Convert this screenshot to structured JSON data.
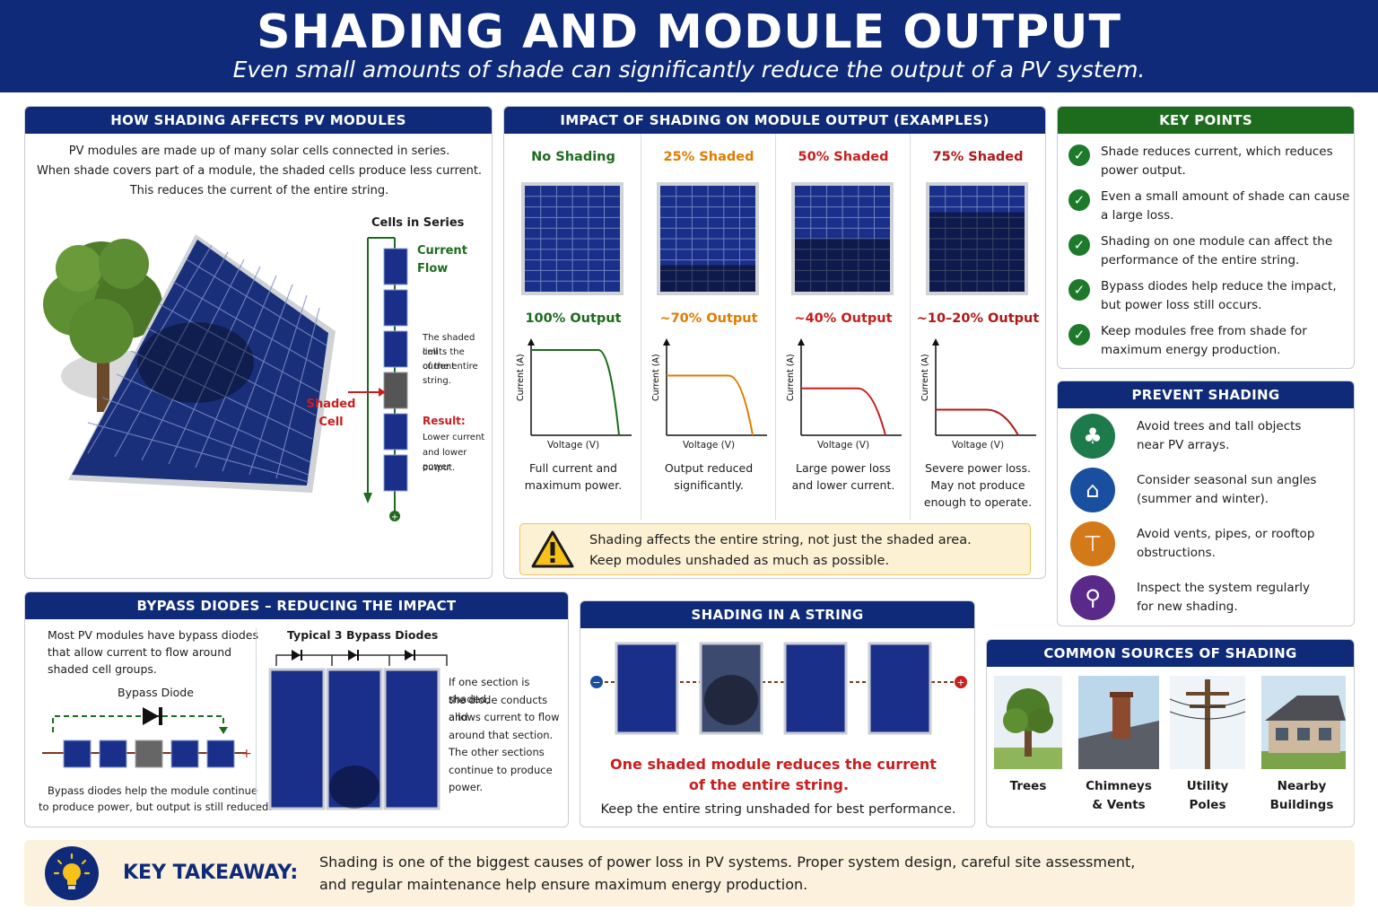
{
  "header": {
    "title": "SHADING AND MODULE OUTPUT",
    "subtitle": "Even small amounts of shade can significantly reduce the output of a PV system."
  },
  "how": {
    "heading": "HOW SHADING AFFECTS PV MODULES",
    "intro": [
      "PV modules are made up of many solar cells connected in series.",
      "When shade covers part of a module, the shaded cells produce less current.",
      "This reduces the current of the entire string."
    ],
    "cells_in_series": "Cells in Series",
    "current_flow": "Current Flow",
    "shaded_cell": [
      "Shaded",
      "Cell"
    ],
    "shaded_note": [
      "The shaded cell",
      "limits the current",
      "of the entire string."
    ],
    "result_label": "Result:",
    "result_text": [
      "Lower current",
      "and lower power",
      "output."
    ]
  },
  "impact": {
    "heading": "IMPACT OF SHADING ON MODULE OUTPUT (EXAMPLES)",
    "columns": [
      {
        "label": "No Shading",
        "output": "100% Output",
        "desc": [
          "Full current and",
          "maximum power."
        ],
        "color": "#1d6b1d",
        "level": 1.0,
        "shade": 0
      },
      {
        "label": "25% Shaded",
        "output": "~70% Output",
        "desc": [
          "Output reduced",
          "significantly."
        ],
        "color": "#e07b00",
        "level": 0.7,
        "shade": 0.25
      },
      {
        "label": "50% Shaded",
        "output": "~40% Output",
        "desc": [
          "Large power loss",
          "and lower current."
        ],
        "color": "#c81e1e",
        "level": 0.55,
        "shade": 0.5
      },
      {
        "label": "75% Shaded",
        "output": "~10–20% Output",
        "desc": [
          "Severe power loss.",
          "May not produce",
          "enough to operate."
        ],
        "color": "#b01818",
        "level": 0.3,
        "shade": 0.75
      }
    ],
    "axis_y": "Current (A)",
    "axis_x": "Voltage (V)",
    "warning": [
      "Shading affects the entire string, not just the shaded area.",
      "Keep modules unshaded as much as possible."
    ]
  },
  "key_points": {
    "heading": "KEY POINTS",
    "items": [
      [
        "Shade reduces current, which reduces",
        "power output."
      ],
      [
        "Even a small amount of shade can cause",
        "a large loss."
      ],
      [
        "Shading on one module can affect the",
        "performance of the entire string."
      ],
      [
        "Bypass diodes help reduce the impact,",
        "but power loss still occurs."
      ],
      [
        "Keep modules free from shade for",
        "maximum energy production."
      ]
    ]
  },
  "prevent": {
    "heading": "PREVENT SHADING",
    "items": [
      {
        "text": [
          "Avoid trees and tall objects",
          "near PV arrays."
        ],
        "icon": "tree-icon",
        "color": "#1d7a4a"
      },
      {
        "text": [
          "Consider seasonal sun angles",
          "(summer and winter)."
        ],
        "icon": "house-icon",
        "color": "#1a4fa0"
      },
      {
        "text": [
          "Avoid vents, pipes, or rooftop",
          "obstructions."
        ],
        "icon": "vent-icon",
        "color": "#d4791a"
      },
      {
        "text": [
          "Inspect the system regularly",
          "for new shading."
        ],
        "icon": "magnifier-icon",
        "color": "#5a2a8a"
      }
    ]
  },
  "bypass": {
    "heading": "BYPASS DIODES – REDUCING THE IMPACT",
    "intro": [
      "Most PV modules have bypass diodes",
      "that allow current to flow around",
      "shaded cell groups."
    ],
    "diode_label": "Bypass Diode",
    "typical": "Typical 3 Bypass Diodes",
    "footer": [
      "Bypass diodes help the module continue",
      "to produce power, but output is still reduced."
    ],
    "side": [
      "If one section is shaded,",
      "the diode conducts and",
      "allows current to flow",
      "around that section.",
      "The other sections",
      "continue to produce",
      "power."
    ]
  },
  "string": {
    "heading": "SHADING IN A STRING",
    "red": [
      "One shaded module reduces the current",
      "of the entire string."
    ],
    "note": "Keep the entire string unshaded for best performance."
  },
  "sources": {
    "heading": "COMMON SOURCES OF SHADING",
    "items": [
      [
        "Trees"
      ],
      [
        "Chimneys",
        "& Vents"
      ],
      [
        "Utility",
        "Poles"
      ],
      [
        "Nearby",
        "Buildings"
      ]
    ]
  },
  "takeaway": {
    "label": "KEY TAKEAWAY:",
    "text": [
      "Shading is one of the biggest causes of power loss in PV systems.  Proper system design, careful site assessment,",
      "and regular maintenance help ensure maximum energy production."
    ]
  },
  "colors": {
    "navy": "#0e2a78",
    "green": "#1d6b1d",
    "red": "#c81e1e",
    "orange": "#e07b00"
  }
}
